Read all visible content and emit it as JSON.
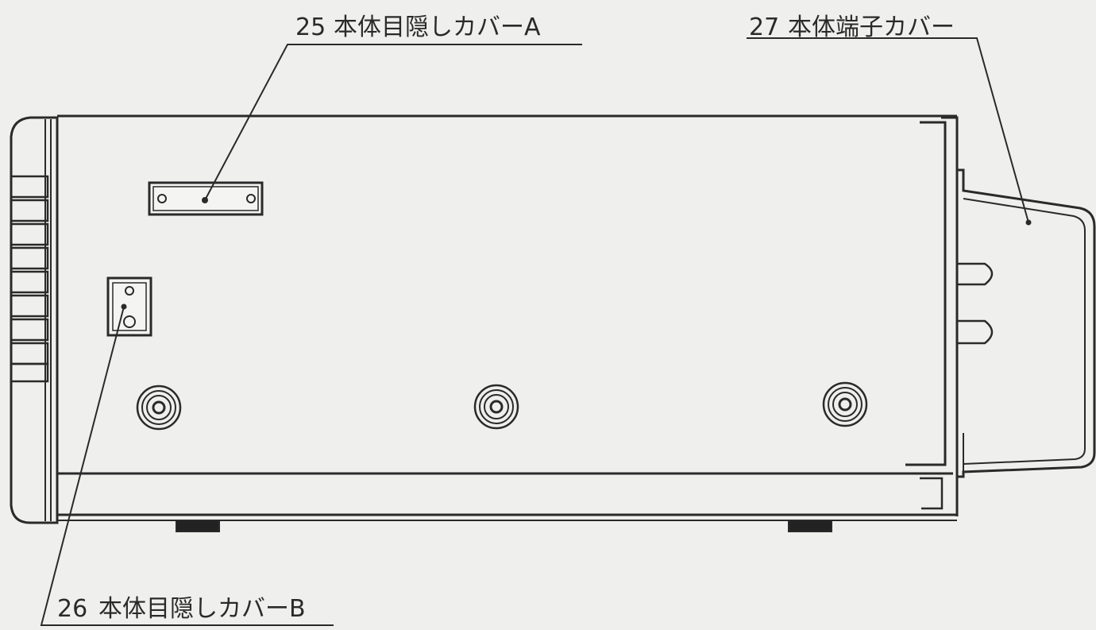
{
  "callouts": [
    {
      "number": "25",
      "label": "本体目隠しカバーA"
    },
    {
      "number": "26",
      "label": "本体目隠しカバーB"
    },
    {
      "number": "27",
      "label": "本体端子カバー"
    }
  ],
  "colors": {
    "background": "#efefed",
    "line": "#2a2a2a"
  }
}
